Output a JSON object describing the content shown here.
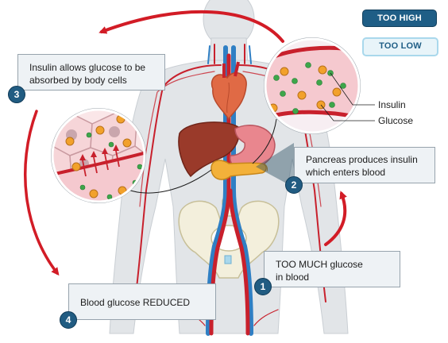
{
  "buttons": {
    "too_high": "TOO HIGH",
    "too_low": "TOO LOW"
  },
  "steps": [
    {
      "number": "1",
      "text": "TOO MUCH glucose\nin blood"
    },
    {
      "number": "2",
      "text": "Pancreas produces insulin\nwhich enters blood"
    },
    {
      "number": "3",
      "text": "Insulin allows glucose to be\nabsorbed by body cells"
    },
    {
      "number": "4",
      "text": "Blood glucose REDUCED"
    }
  ],
  "legend": {
    "insulin": "Insulin",
    "glucose": "Glucose"
  },
  "colors": {
    "button_dark": "#1f5e86",
    "button_light": "#e8f4f9",
    "arrow_red": "#d21c26",
    "artery_red": "#c8202c",
    "vein_blue": "#2f7fc4",
    "insulin_green": "#3da64a",
    "glucose_orange": "#f2a12b",
    "cell_pink": "#f6d5d8"
  }
}
